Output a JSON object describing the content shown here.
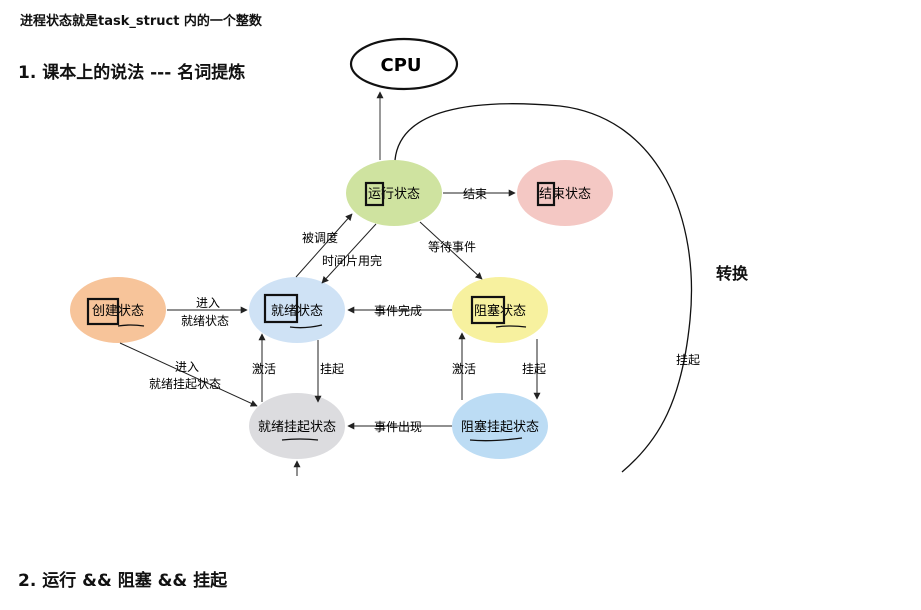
{
  "top_note": "进程状态就是task_struct 内的一个整数",
  "heading_1": "1. 课本上的说法 --- 名词提炼",
  "heading_2": "2. 运行 && 阻塞 && 挂起",
  "side_label": "转换",
  "cpu_label": "CPU",
  "states": {
    "running": {
      "label": "运行状态",
      "color": "#cfe3a0"
    },
    "terminated": {
      "label": "结束状态",
      "color": "#f4c8c4"
    },
    "created": {
      "label": "创建状态",
      "color": "#f7c49a"
    },
    "ready": {
      "label": "就绪状态",
      "color": "#cfe2f5"
    },
    "blocked": {
      "label": "阻塞状态",
      "color": "#f7f19f"
    },
    "ready_suspended": {
      "label": "就绪挂起状态",
      "color": "#dcdcdf"
    },
    "blocked_suspended": {
      "label": "阻塞挂起状态",
      "color": "#bcdcf4"
    }
  },
  "transitions": {
    "end": "结束",
    "scheduled": "被调度",
    "timeslice": "时间片用完",
    "wait_event": "等待事件",
    "enter_ready_1": "进入",
    "enter_ready_2": "就绪状态",
    "event_done": "事件完成",
    "enter_ready_suspended_1": "进入",
    "enter_ready_suspended_2": "就绪挂起状态",
    "activate_left": "激活",
    "suspend_left": "挂起",
    "activate_right": "激活",
    "suspend_right": "挂起",
    "event_occurs": "事件出现",
    "suspend_long": "挂起"
  }
}
